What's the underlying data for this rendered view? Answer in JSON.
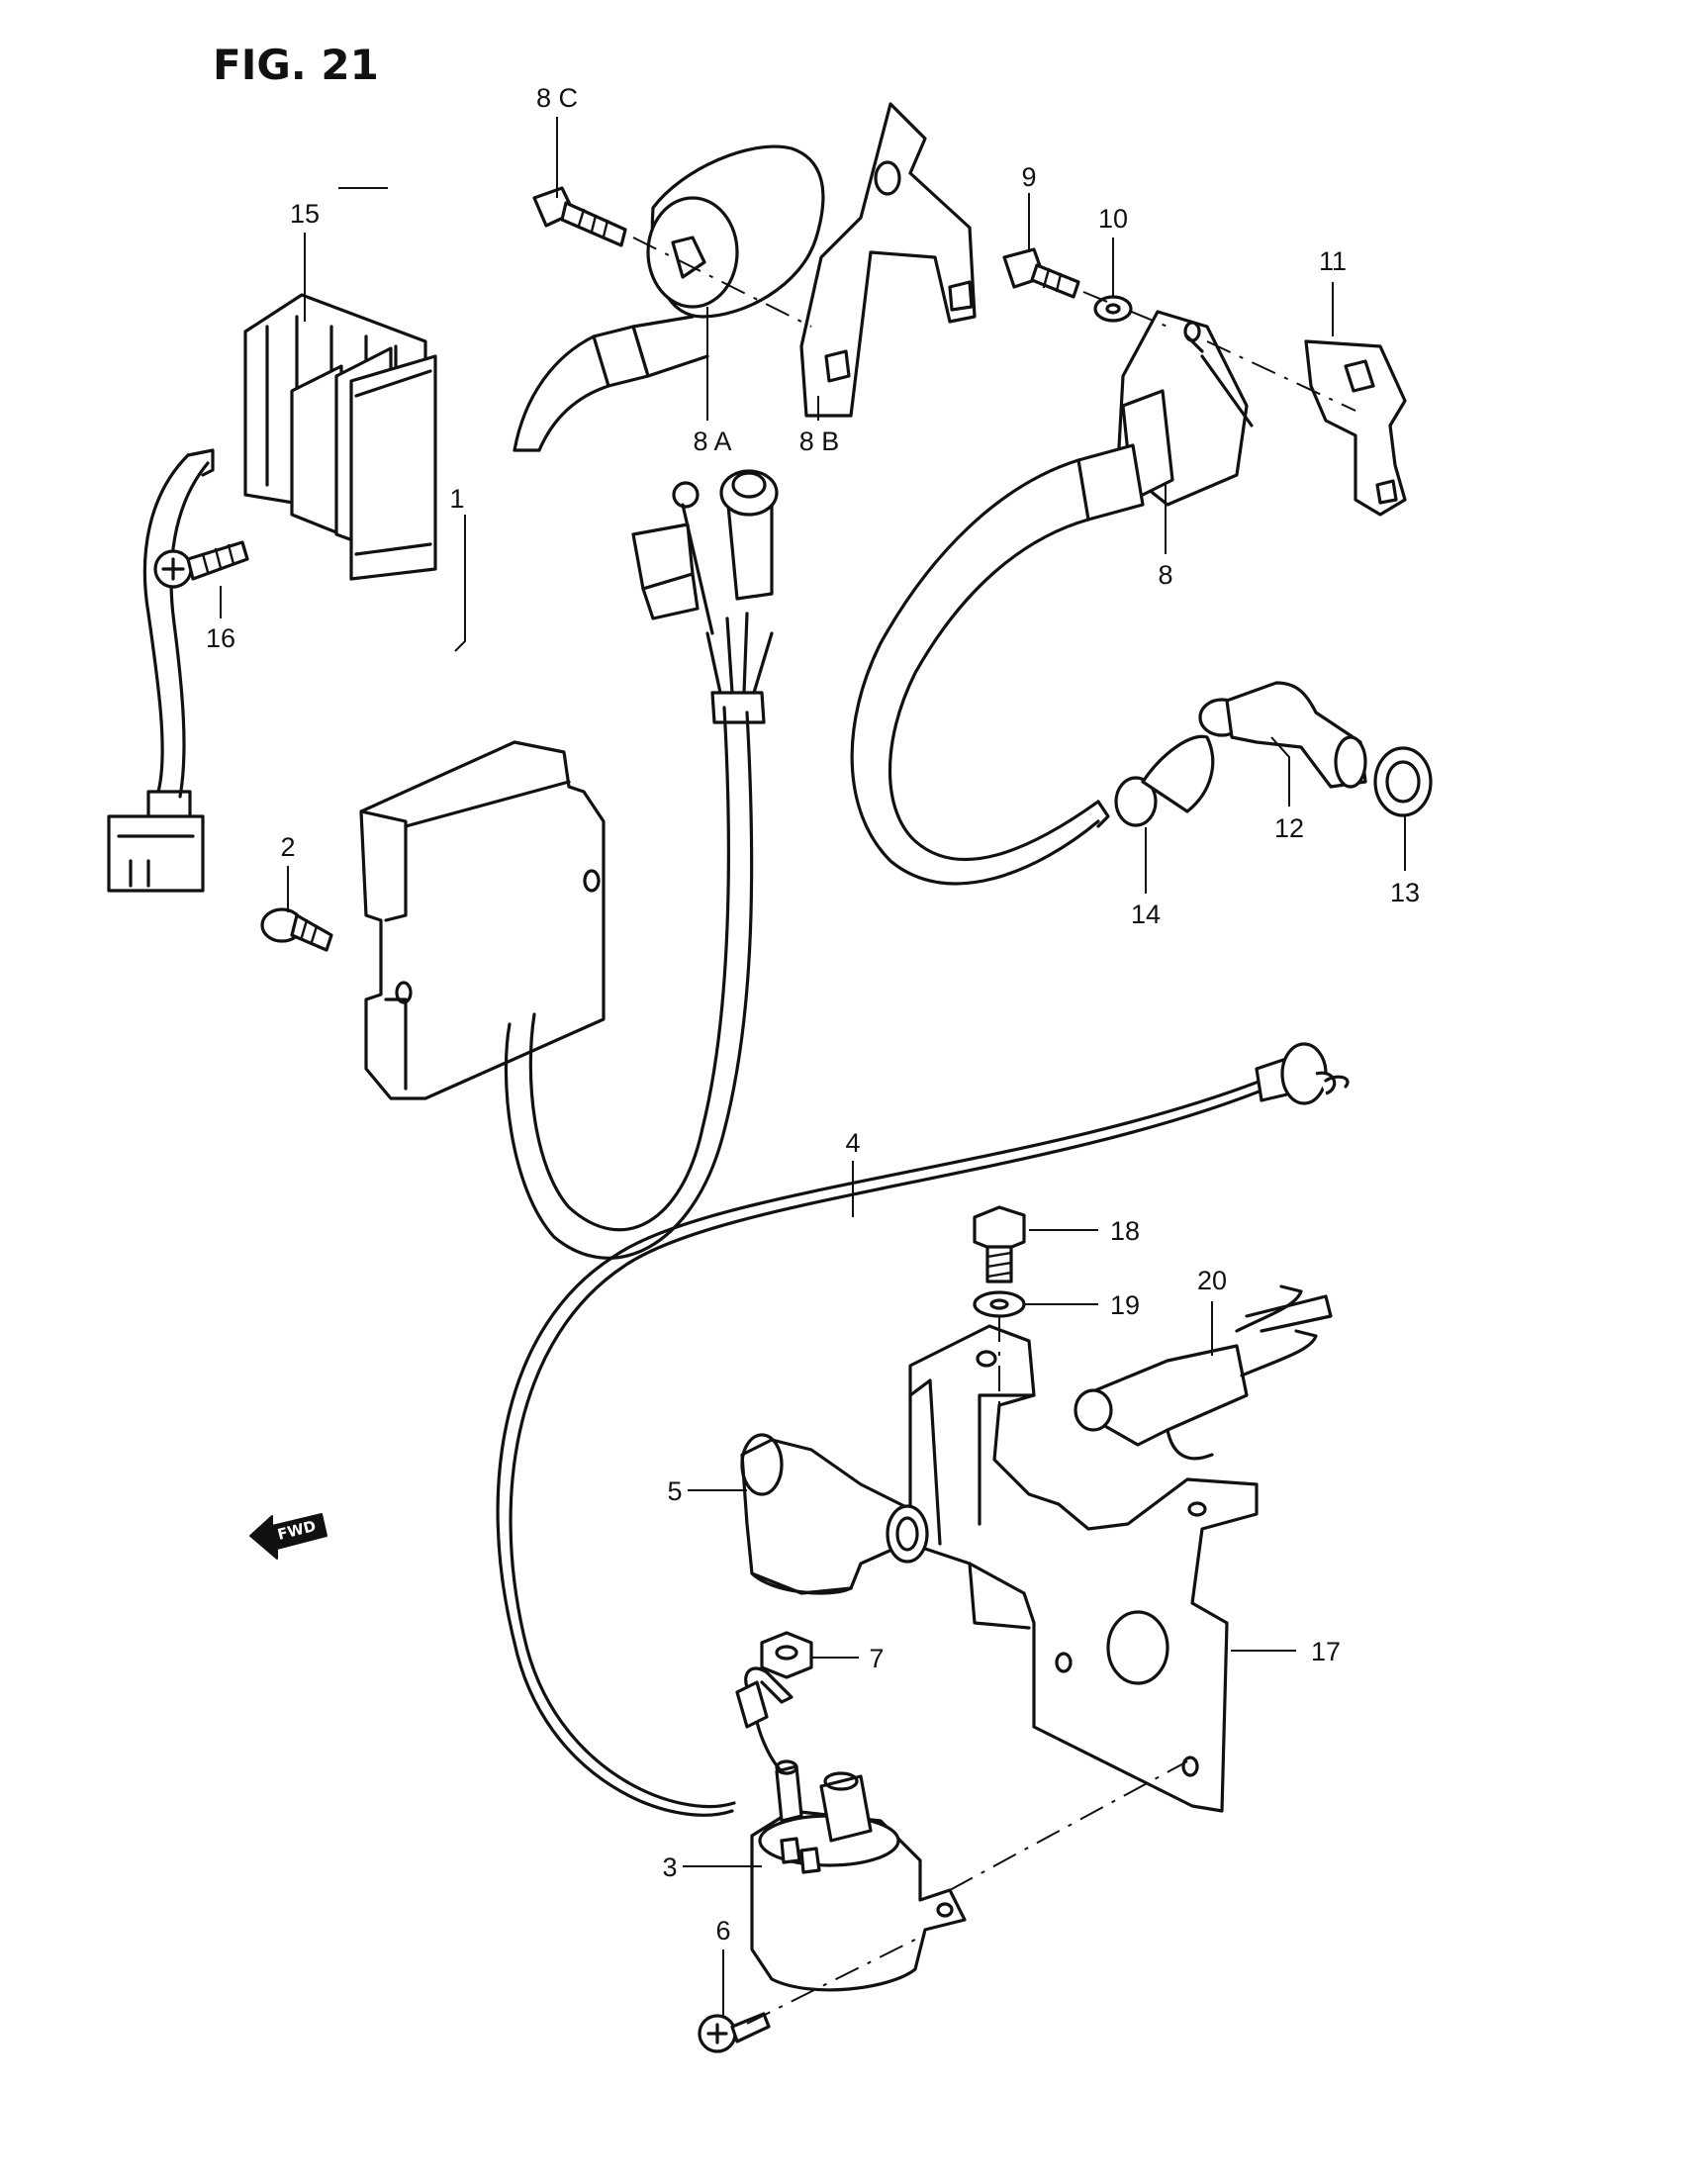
{
  "figure": {
    "title": "FIG. 21"
  },
  "direction_marker": {
    "label": "FWD"
  },
  "callouts": [
    {
      "id": "1",
      "label": "1"
    },
    {
      "id": "2",
      "label": "2"
    },
    {
      "id": "3",
      "label": "3"
    },
    {
      "id": "4",
      "label": "4"
    },
    {
      "id": "5",
      "label": "5"
    },
    {
      "id": "6",
      "label": "6"
    },
    {
      "id": "7",
      "label": "7"
    },
    {
      "id": "8",
      "label": "8"
    },
    {
      "id": "8A",
      "label": "8 A"
    },
    {
      "id": "8B",
      "label": "8 B"
    },
    {
      "id": "8C",
      "label": "8 C"
    },
    {
      "id": "9",
      "label": "9"
    },
    {
      "id": "10",
      "label": "10"
    },
    {
      "id": "11",
      "label": "11"
    },
    {
      "id": "12",
      "label": "12"
    },
    {
      "id": "13",
      "label": "13"
    },
    {
      "id": "14",
      "label": "14"
    },
    {
      "id": "15",
      "label": "15"
    },
    {
      "id": "16",
      "label": "16"
    },
    {
      "id": "17",
      "label": "17"
    },
    {
      "id": "18",
      "label": "18"
    },
    {
      "id": "19",
      "label": "19"
    },
    {
      "id": "20",
      "label": "20"
    }
  ]
}
